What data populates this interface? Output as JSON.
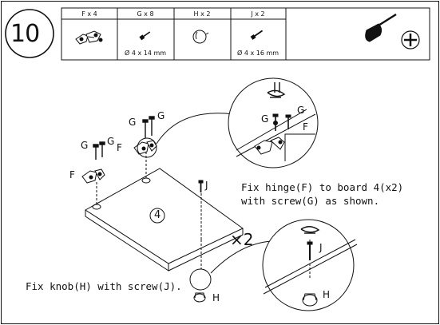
{
  "step": {
    "number": "10"
  },
  "parts": [
    {
      "label": "F x 4",
      "dimension": "",
      "icon": "hinge-icon"
    },
    {
      "label": "G x 8",
      "dimension": "Ø 4 x 14 mm",
      "icon": "screw-icon"
    },
    {
      "label": "H x 2",
      "dimension": "",
      "icon": "knob-icon"
    },
    {
      "label": "J x 2",
      "dimension": "Ø 4 x 16 mm",
      "icon": "screw-icon"
    }
  ],
  "tool": {
    "icon": "phillips-screwdriver-icon"
  },
  "diagram": {
    "board_number": "4",
    "multiplier": "×2",
    "labels": {
      "F": "F",
      "G": "G",
      "H": "H",
      "J": "J"
    }
  },
  "instructions": {
    "hinge_line1": "Fix hinge(F) to board 4(x2)",
    "hinge_line2": "with screw(G) as shown.",
    "knob": "Fix knob(H) with screw(J)."
  }
}
